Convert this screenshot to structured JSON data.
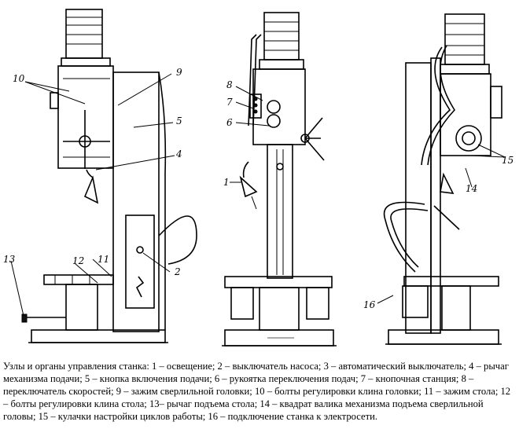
{
  "figure": {
    "callouts": [
      "10",
      "9",
      "5",
      "4",
      "2",
      "11",
      "12",
      "13",
      "8",
      "7",
      "6",
      "1",
      "15",
      "14",
      "16"
    ]
  },
  "caption": {
    "text": "Узлы и органы управления станка: 1 – освещение; 2 – выключатель насоса; 3 – автоматический выключатель; 4 – рычаг механизма подачи; 5 – кнопка включения подачи; 6 – рукоятка переключения подач; 7 – кнопочная станция; 8 – переключатель скоростей; 9 – зажим сверлильной головки; 10 – болты регулировки клина головки; 11 – зажим стола; 12 – болты регулировки клина стола; 13– рычаг подъема стола; 14 – квадрат валика механизма подъема сверлильной головы; 15 – кулачки настройки циклов работы; 16 – подключение станка к электросети."
  }
}
